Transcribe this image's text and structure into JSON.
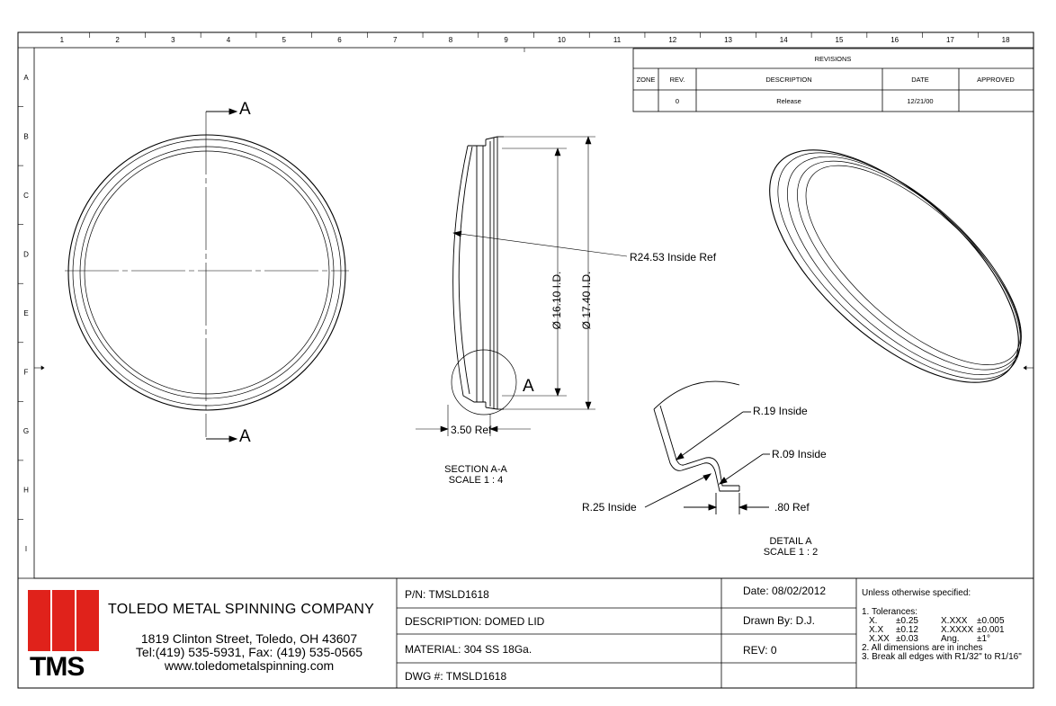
{
  "border": {
    "columns": [
      "1",
      "2",
      "3",
      "4",
      "5",
      "6",
      "7",
      "8",
      "9",
      "10",
      "11",
      "12",
      "13",
      "14",
      "15",
      "16",
      "17",
      "18"
    ],
    "rows": [
      "A",
      "B",
      "C",
      "D",
      "E",
      "F",
      "G",
      "H",
      "I"
    ]
  },
  "revisions": {
    "title": "REVISIONS",
    "headers": [
      "ZONE",
      "REV.",
      "DESCRIPTION",
      "DATE",
      "APPROVED"
    ],
    "rows": [
      {
        "zone": "",
        "rev": "0",
        "description": "Release",
        "date": "12/21/00",
        "approved": ""
      }
    ]
  },
  "views": {
    "section_marker": "A",
    "section_title": "SECTION A-A",
    "section_scale": "SCALE 1 : 4",
    "detail_marker": "A",
    "detail_title": "DETAIL A",
    "detail_scale": "SCALE 1 : 2"
  },
  "dimensions": {
    "radius_inside": "R24.53 Inside Ref",
    "id_dim": "Ø 16.10 I.D.",
    "od_dim": "Ø 17.40 I.D.",
    "depth": "3.50 Ref",
    "r19": "R.19 Inside",
    "r09": "R.09 Inside",
    "r25": "R.25 Inside",
    "flange": ".80 Ref"
  },
  "title_block": {
    "logo_text": "TMS",
    "company": "TOLEDO METAL SPINNING COMPANY",
    "address": "1819 Clinton Street, Toledo, OH 43607",
    "phone": "Tel:(419) 535-5931, Fax: (419) 535-0565",
    "website": "www.toledometalspinning.com",
    "pn": "P/N: TMSLD1618",
    "description": "DESCRIPTION: DOMED LID",
    "material": "MATERIAL: 304 SS 18Ga.",
    "dwg": "DWG #: TMSLD1618",
    "date": "Date: 08/02/2012",
    "drawn_by": "Drawn By: D.J.",
    "rev": "REV: 0",
    "notes": {
      "heading": "Unless otherwise specified:",
      "tol_heading": "1. Tolerances:",
      "tol_rows": [
        [
          "X.",
          "±0.25",
          "X.XXX",
          "±0.005"
        ],
        [
          "X.X",
          "±0.12",
          "X.XXXX",
          "±0.001"
        ],
        [
          "X.XX",
          "±0.03",
          "Ang.",
          "±1°"
        ]
      ],
      "note2": "2. All dimensions are in inches",
      "note3": "3. Break all edges with R1/32\" to R1/16\""
    },
    "colors": {
      "logo_red": "#e0221b"
    }
  }
}
